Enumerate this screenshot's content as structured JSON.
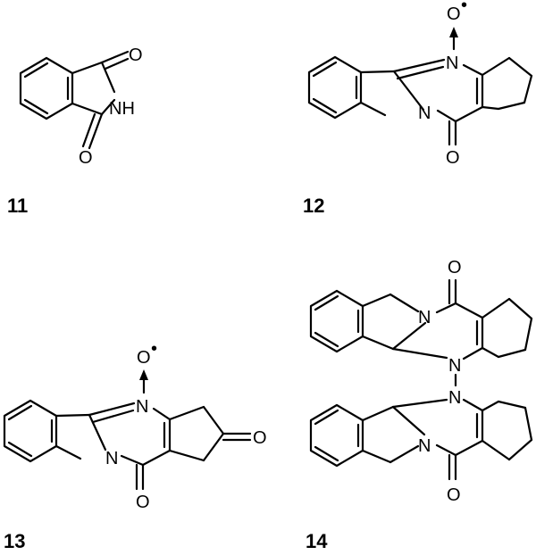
{
  "compounds": [
    {
      "id": "11",
      "label": "11"
    },
    {
      "id": "12",
      "label": "12"
    },
    {
      "id": "13",
      "label": "13"
    },
    {
      "id": "14",
      "label": "14"
    }
  ],
  "atoms": {
    "O": "O",
    "N": "N",
    "NH": "NH",
    "O_oxide": "O",
    "O_dot": "•"
  },
  "colors": {
    "ink": "#000000",
    "background": "#ffffff"
  }
}
